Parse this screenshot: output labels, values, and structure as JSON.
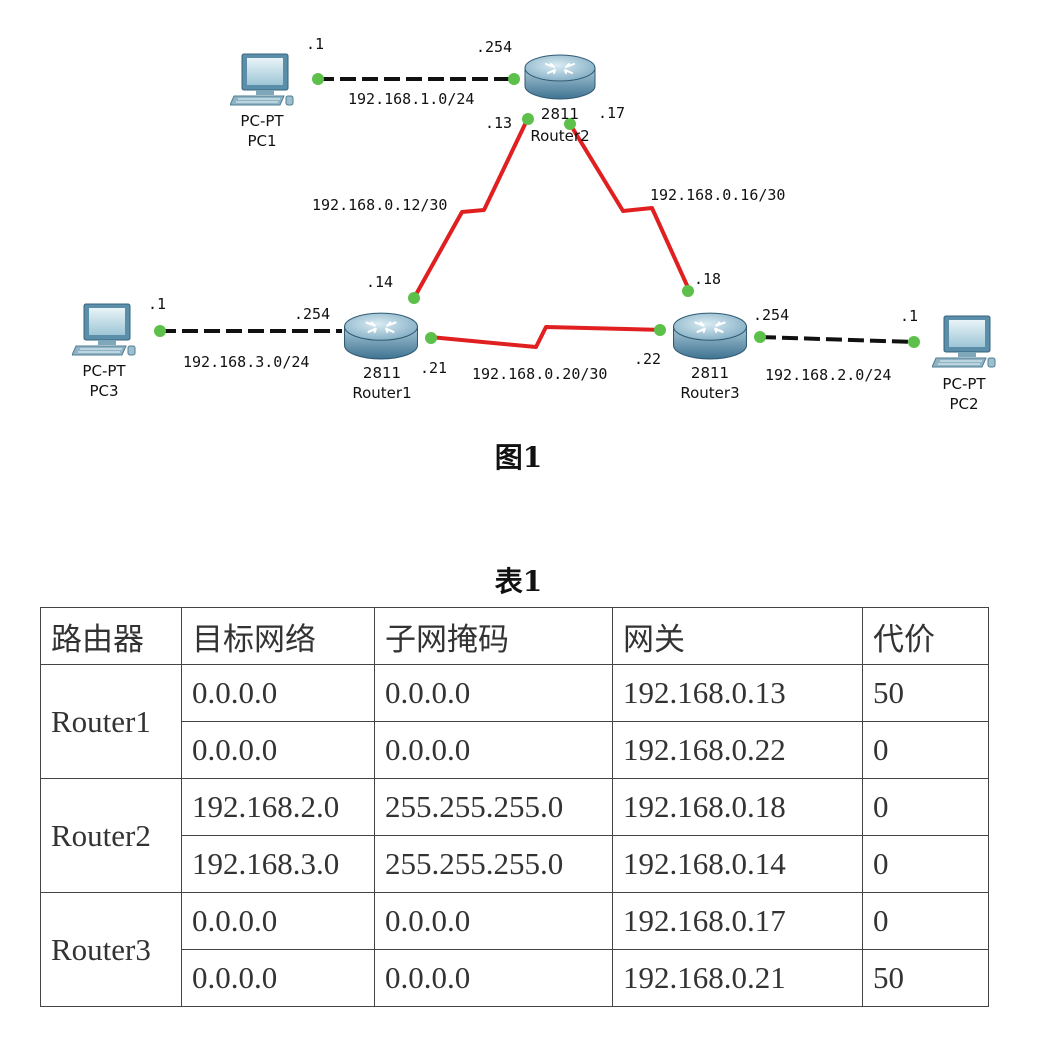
{
  "figure": {
    "caption": "图1",
    "devices": {
      "pc1": {
        "model": "PC-PT",
        "name": "PC1"
      },
      "pc2": {
        "model": "PC-PT",
        "name": "PC2"
      },
      "pc3": {
        "model": "PC-PT",
        "name": "PC3"
      },
      "router1": {
        "model": "2811",
        "name": "Router1"
      },
      "router2": {
        "model": "2811",
        "name": "Router2"
      },
      "router3": {
        "model": "2811",
        "name": "Router3"
      }
    },
    "networks": {
      "pc1_r2": "192.168.1.0/24",
      "pc3_r1": "192.168.3.0/24",
      "r3_pc2": "192.168.2.0/24",
      "r1_r2": "192.168.0.12/30",
      "r2_r3": "192.168.0.16/30",
      "r1_r3": "192.168.0.20/30"
    },
    "addresses": {
      "pc1": ".1",
      "r2_lan": ".254",
      "r2_to_r1": ".13",
      "r2_to_r3": ".17",
      "r1_to_r2": ".14",
      "r3_to_r2": ".18",
      "pc3": ".1",
      "r1_lan": ".254",
      "r1_to_r3": ".21",
      "r3_to_r1": ".22",
      "r3_lan": ".254",
      "pc2": ".1"
    },
    "colors": {
      "serial_link": "#e02020",
      "ethernet_link": "#111111",
      "port": "#5cc04a"
    }
  },
  "table": {
    "caption": "表1",
    "headers": [
      "路由器",
      "目标网络",
      "子网掩码",
      "网关",
      "代价"
    ],
    "groups": [
      {
        "router": "Router1",
        "rows": [
          [
            "0.0.0.0",
            "0.0.0.0",
            "192.168.0.13",
            "50"
          ],
          [
            "0.0.0.0",
            "0.0.0.0",
            "192.168.0.22",
            "0"
          ]
        ]
      },
      {
        "router": "Router2",
        "rows": [
          [
            "192.168.2.0",
            "255.255.255.0",
            "192.168.0.18",
            "0"
          ],
          [
            "192.168.3.0",
            "255.255.255.0",
            "192.168.0.14",
            "0"
          ]
        ]
      },
      {
        "router": "Router3",
        "rows": [
          [
            "0.0.0.0",
            "0.0.0.0",
            "192.168.0.17",
            "0"
          ],
          [
            "0.0.0.0",
            "0.0.0.0",
            "192.168.0.21",
            "50"
          ]
        ]
      }
    ]
  }
}
